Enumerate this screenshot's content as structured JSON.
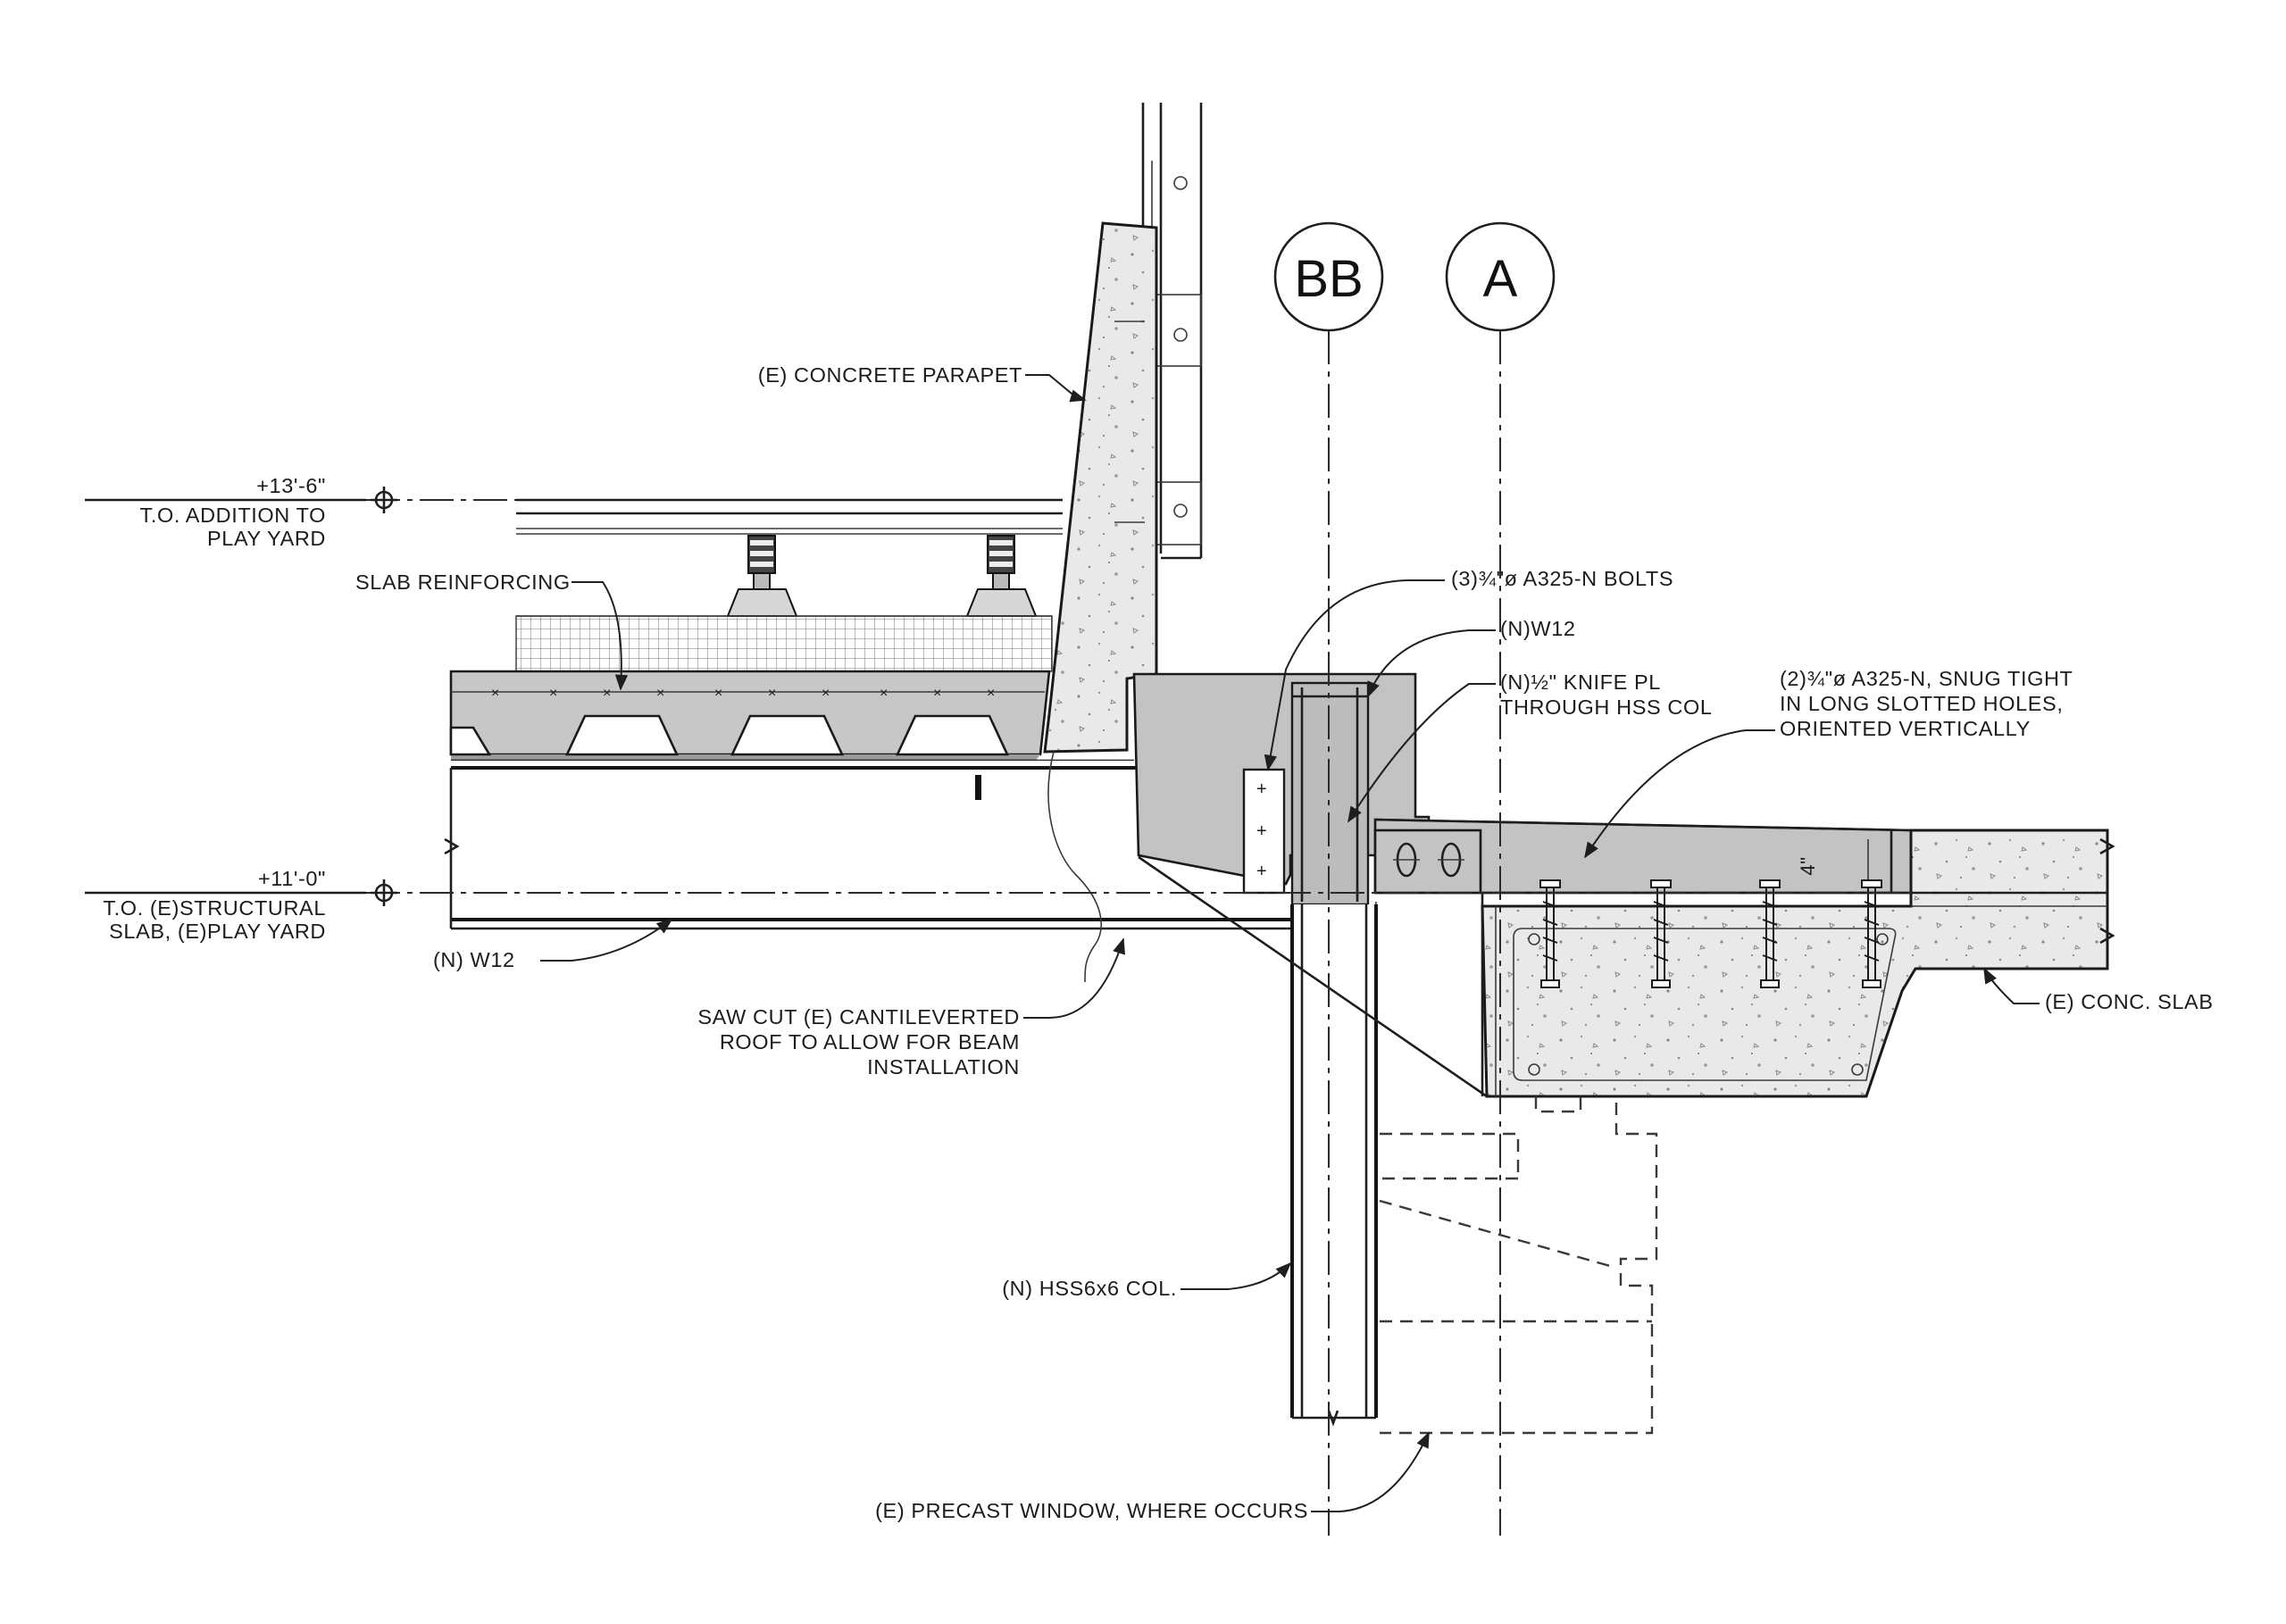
{
  "grid_bubbles": [
    {
      "id": "BB",
      "label": "BB"
    },
    {
      "id": "A",
      "label": "A"
    }
  ],
  "elevations": [
    {
      "value": "+13'-6\"",
      "desc1": "T.O. ADDITION TO",
      "desc2": "PLAY YARD"
    },
    {
      "value": "+11'-0\"",
      "desc1": "T.O. (E)STRUCTURAL",
      "desc2": "SLAB, (E)PLAY YARD"
    }
  ],
  "notes": {
    "parapet": "(E) CONCRETE PARAPET",
    "slab_reinf": "SLAB REINFORCING",
    "bolts3": "(3)¾\"ø A325-N BOLTS",
    "w12_top": "(N)W12",
    "knife1": "(N)½\" KNIFE PL",
    "knife2": "THROUGH HSS COL",
    "bolts2_1": "(2)¾\"ø A325-N, SNUG TIGHT",
    "bolts2_2": "IN LONG SLOTTED HOLES,",
    "bolts2_3": "ORIENTED VERTICALLY",
    "w12_left": "(N) W12",
    "sawcut1": "SAW CUT (E) CANTILEVERTED",
    "sawcut2": "ROOF TO ALLOW FOR BEAM",
    "sawcut3": "INSTALLATION",
    "conc_slab": "(E) CONC. SLAB",
    "hss": "(N) HSS6x6 COL.",
    "window": "(E) PRECAST WINDOW, WHERE OCCURS",
    "dim4": "4\"",
    "section_mark": "I"
  }
}
